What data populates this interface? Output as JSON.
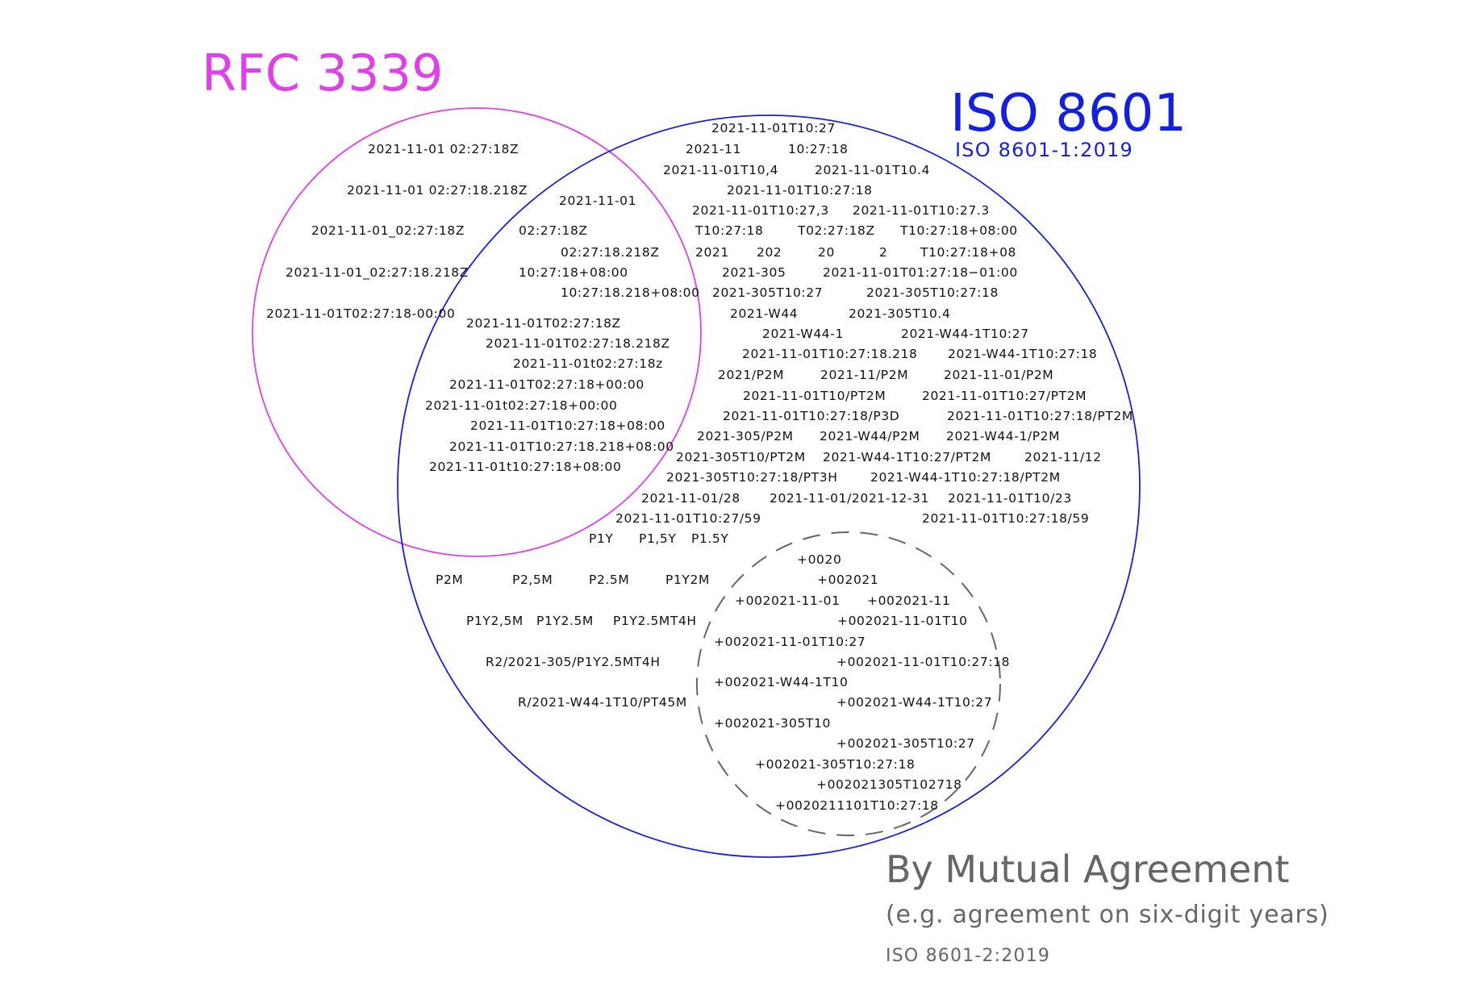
{
  "colors": {
    "rfc": "#e040ea",
    "iso": "#1420e0",
    "mutual": "#666666",
    "text": "#111111"
  },
  "titles": {
    "rfc": "RFC 3339",
    "iso": "ISO 8601",
    "iso_sub": "ISO 8601-1:2019",
    "mutual": "By Mutual Agreement",
    "mutual_sub": "(e.g. agreement on six-digit years)",
    "mutual_std": "ISO 8601-2:2019"
  },
  "rfc_only": [
    "2021-11-01 02:27:18Z",
    "2021-11-01 02:27:18.218Z",
    "2021-11-01_02:27:18Z",
    "2021-11-01_02:27:18.218Z",
    "2021-11-01T02:27:18-00:00"
  ],
  "both": [
    "2021-11-01",
    "02:27:18Z",
    "02:27:18.218Z",
    "10:27:18+08:00",
    "10:27:18.218+08:00",
    "2021-11-01T02:27:18Z",
    "2021-11-01T02:27:18.218Z",
    "2021-11-01t02:27:18z",
    "2021-11-01T02:27:18+00:00",
    "2021-11-01t02:27:18+00:00",
    "2021-11-01T10:27:18+08:00",
    "2021-11-01T10:27:18.218+08:00",
    "2021-11-01t10:27:18+08:00"
  ],
  "iso_only": [
    "2021-11-01T10:27",
    "2021-11",
    "10:27:18",
    "2021-11-01T10,4",
    "2021-11-01T10.4",
    "2021-11-01T10:27:18",
    "2021-11-01T10:27,3",
    "2021-11-01T10:27.3",
    "T10:27:18",
    "T02:27:18Z",
    "T10:27:18+08:00",
    "2021",
    "202",
    "20",
    "2",
    "T10:27:18+08",
    "2021-305",
    "2021-11-01T01:27:18−01:00",
    "2021-305T10:27",
    "2021-305T10:27:18",
    "2021-W44",
    "2021-305T10.4",
    "2021-W44-1",
    "2021-W44-1T10:27",
    "2021-11-01T10:27:18.218",
    "2021-W44-1T10:27:18",
    "2021/P2M",
    "2021-11/P2M",
    "2021-11-01/P2M",
    "2021-11-01T10/PT2M",
    "2021-11-01T10:27/PT2M",
    "2021-11-01T10:27:18/P3D",
    "2021-11-01T10:27:18/PT2M",
    "2021-305/P2M",
    "2021-W44/P2M",
    "2021-W44-1/P2M",
    "2021-305T10/PT2M",
    "2021-W44-1T10:27/PT2M",
    "2021-11/12",
    "2021-305T10:27:18/PT3H",
    "2021-W44-1T10:27:18/PT2M",
    "2021-11-01/28",
    "2021-11-01/2021-12-31",
    "2021-11-01T10/23",
    "2021-11-01T10:27/59",
    "2021-11-01T10:27:18/59",
    "P1Y",
    "P1,5Y",
    "P1.5Y",
    "P2M",
    "P2,5M",
    "P2.5M",
    "P1Y2M",
    "P1Y2,5M",
    "P1Y2.5M",
    "P1Y2.5MT4H",
    "R2/2021-305/P1Y2.5MT4H",
    "R/2021-W44-1T10/PT45M"
  ],
  "mutual": [
    "+0020",
    "+002021",
    "+002021-11-01",
    "+002021-11",
    "+002021-11-01T10",
    "+002021-11-01T10:27",
    "+002021-11-01T10:27:18",
    "+002021-W44-1T10",
    "+002021-W44-1T10:27",
    "+002021-305T10",
    "+002021-305T10:27",
    "+002021-305T10:27:18",
    "+002021305T102718",
    "+0020211101T10:27:18"
  ]
}
